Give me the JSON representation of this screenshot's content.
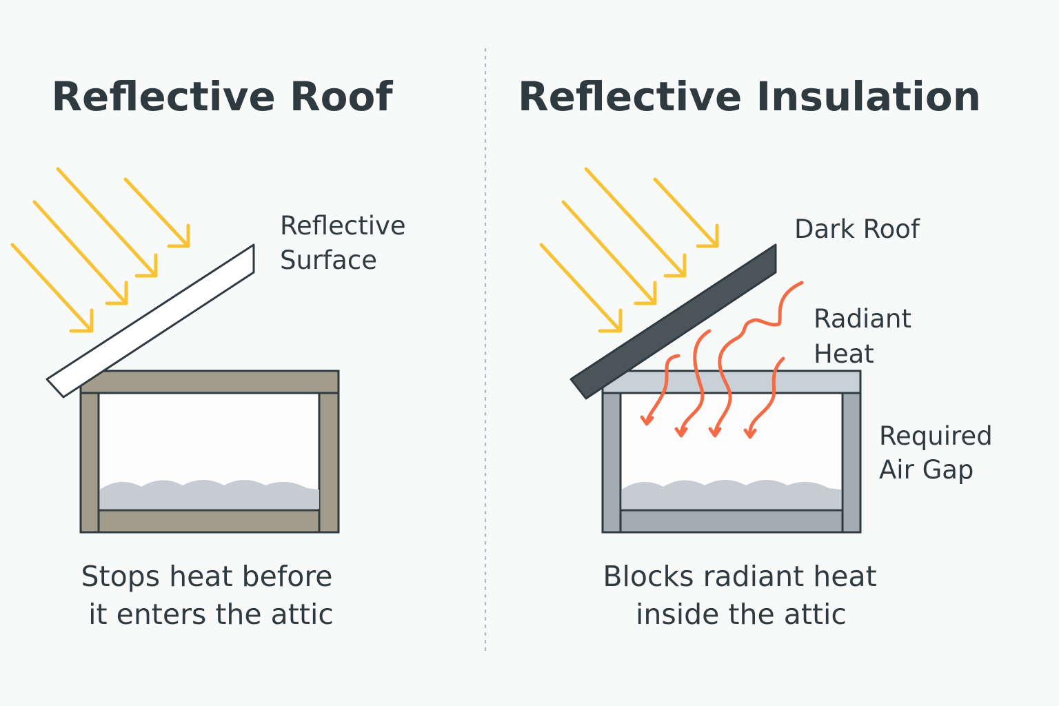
{
  "left_panel": {
    "title": "Reflective Roof",
    "label_line1": "Reflective",
    "label_line2": "Surface",
    "caption_line1": "Stops heat before",
    "caption_line2": "it enters the attic"
  },
  "right_panel": {
    "title": "Reflective Insulation",
    "roof_label": "Dark Roof",
    "heat_label_line1": "Radiant",
    "heat_label_line2": "Heat",
    "gap_label_line1": "Required",
    "gap_label_line2": "Air Gap",
    "caption_line1": "Blocks radiant heat",
    "caption_line2": "inside the attic"
  },
  "colors": {
    "sun": "#f7c234",
    "heat": "#f26b45",
    "dark_roof": "#4b5459",
    "wood": "#a39c8c",
    "steel": "#a3acb2"
  }
}
